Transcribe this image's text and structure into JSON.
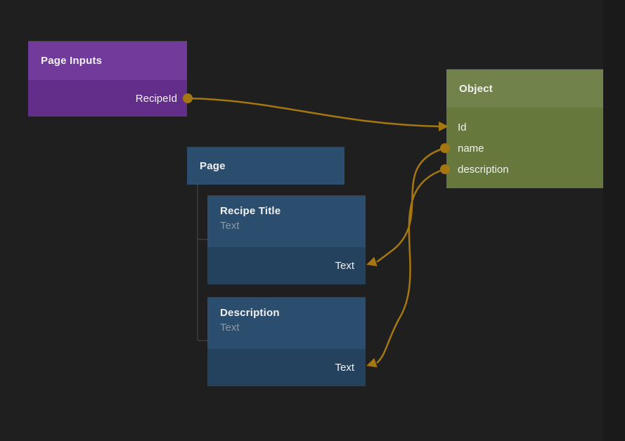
{
  "colors": {
    "background": "#1f1f20",
    "edge_strip": "#1a1a1b",
    "wire": "#a57711",
    "purple_header": "#713a9b",
    "purple_body": "#622e89",
    "blue_header": "#2b4d6e",
    "blue_body": "#24415e",
    "green_header": "#71834a",
    "green_body": "#66783c",
    "tree_line": "#4b4b4f",
    "text_primary": "#f1f1f1",
    "text_muted": "#8c98a1"
  },
  "nodes": {
    "page_inputs": {
      "title": "Page Inputs",
      "outputs": [
        {
          "label": "RecipeId"
        }
      ]
    },
    "object": {
      "title": "Object",
      "fields": [
        {
          "label": "Id"
        },
        {
          "label": "name"
        },
        {
          "label": "description"
        }
      ]
    },
    "page": {
      "title": "Page"
    },
    "elements": [
      {
        "title": "Recipe Title",
        "type": "Text",
        "binding": "Text"
      },
      {
        "title": "Description",
        "type": "Text",
        "binding": "Text"
      }
    ]
  },
  "connections": [
    {
      "from": "Page Inputs.RecipeId",
      "to": "Object.Id"
    },
    {
      "from": "Object.name",
      "to": "Recipe Title.Text"
    },
    {
      "from": "Object.description",
      "to": "Description.Text"
    }
  ]
}
